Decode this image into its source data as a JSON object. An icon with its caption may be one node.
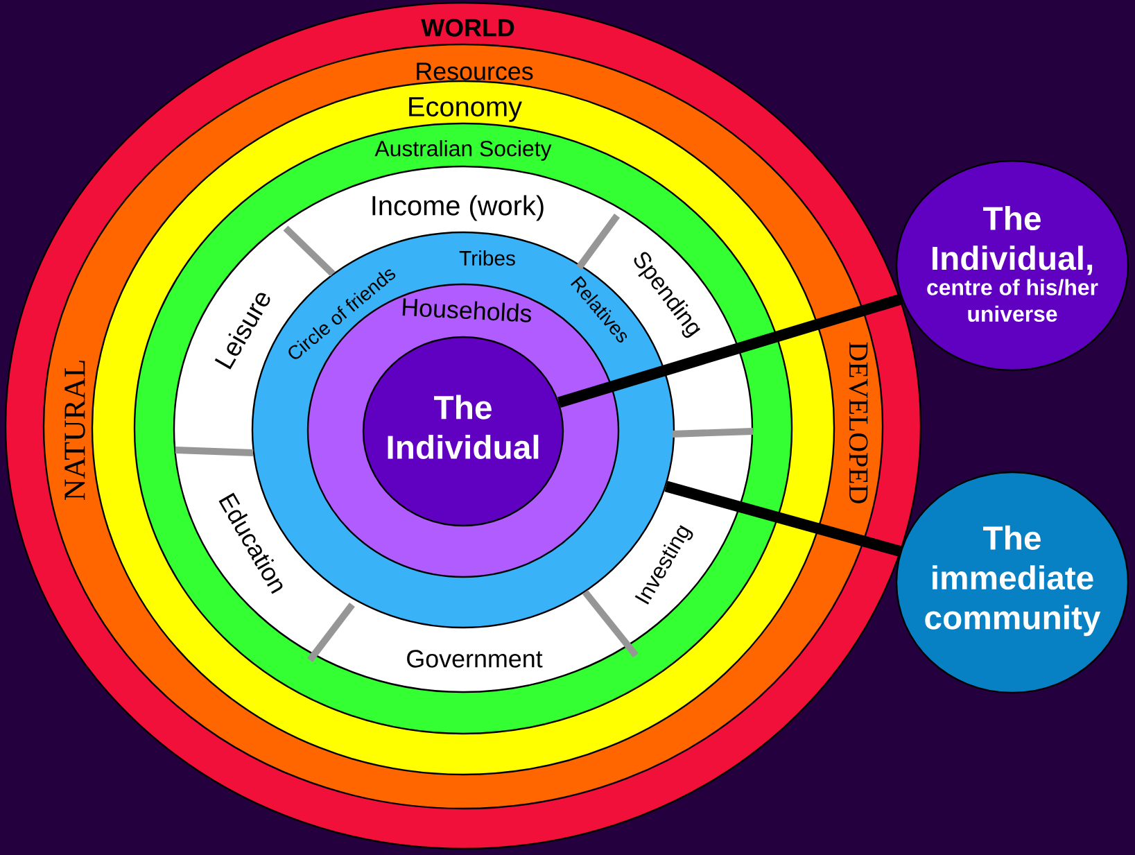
{
  "diagram": {
    "nodes": [
      {
        "text": [
          "WORLD"
        ]
      },
      {
        "text": [
          "Resources",
          "NATURAL",
          "DEVELOPED"
        ],
        "in": 0
      },
      {
        "text": [
          "Economy"
        ],
        "in": 1
      },
      {
        "text": [
          "Australian Society"
        ],
        "in": 2
      },
      {
        "text": [
          "Income (work)",
          "Spending",
          "Investing",
          "Government",
          "Education",
          "Leisure"
        ],
        "in": 3
      },
      {
        "text": [
          "Circle of friends",
          "Tribes",
          "Relatives"
        ],
        "in": 4
      },
      {
        "text": [
          "Households"
        ],
        "in": 5
      },
      {
        "text": [
          "The Individual"
        ],
        "in": 6
      },
      {
        "text": [
          "The Individual,",
          "centre of his/her universe"
        ]
      },
      {
        "text": [
          "The immediate community"
        ]
      }
    ],
    "edges": [
      {
        "from": 8,
        "to": 7,
        "arrow": "none"
      },
      {
        "from": 9,
        "to": 5,
        "arrow": "none"
      }
    ]
  }
}
